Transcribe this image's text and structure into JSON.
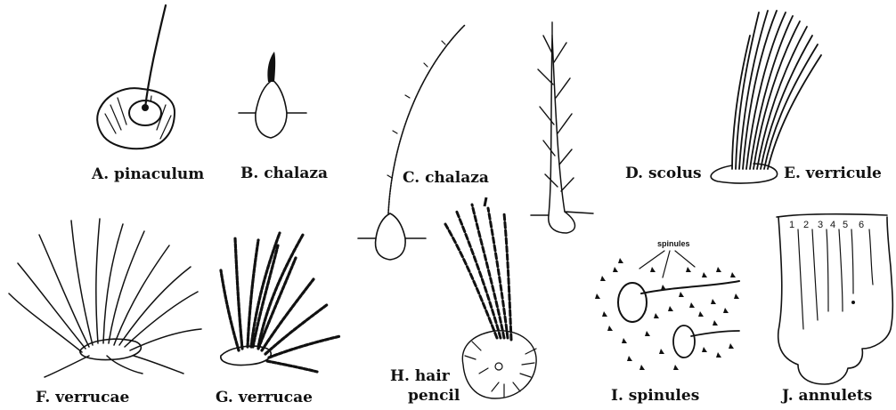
{
  "figure": {
    "panels": [
      {
        "id": "A",
        "label": "A. pinaculum"
      },
      {
        "id": "B",
        "label": "B. chalaza"
      },
      {
        "id": "C",
        "label": "C. chalaza"
      },
      {
        "id": "D",
        "label": "D. scolus"
      },
      {
        "id": "E",
        "label": "E. verricule"
      },
      {
        "id": "F",
        "label": "F. verrucae"
      },
      {
        "id": "G",
        "label": "G. verrucae"
      },
      {
        "id": "H",
        "label_line1": "H. hair",
        "label_line2": "pencil"
      },
      {
        "id": "I",
        "label": "I. spinules",
        "annotation": "spinules"
      },
      {
        "id": "J",
        "label": "J. annulets",
        "annulet_numbers": [
          "1",
          "2",
          "3",
          "4",
          "5",
          "6"
        ]
      }
    ]
  }
}
